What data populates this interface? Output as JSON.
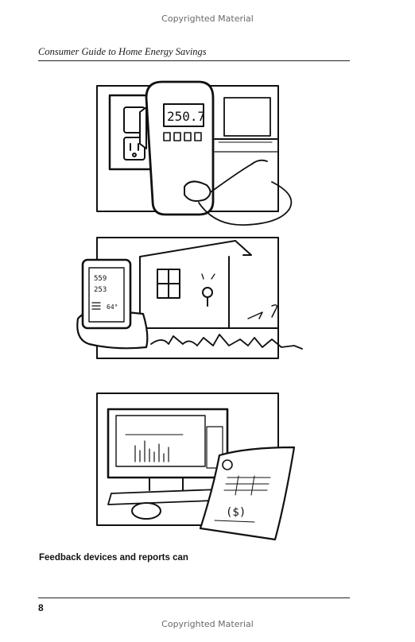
{
  "page": {
    "copyright_top": "Copyrighted Material",
    "copyright_bottom": "Copyrighted Material",
    "running_header": "Consumer Guide to Home Energy Savings",
    "caption": "Feedback devices and reports can",
    "page_number": "8"
  },
  "illustrations": [
    {
      "name": "plug-in-meter",
      "display_reading": "250.7",
      "icons": [
        "wall-outlet-icon",
        "power-meter-icon",
        "power-cord-icon"
      ]
    },
    {
      "name": "home-energy-monitor",
      "screen_lines": [
        "559",
        "253",
        "64°"
      ],
      "icons": [
        "energy-monitor-icon",
        "house-icon",
        "window-icon",
        "outdoor-thermostat-icon",
        "grass-icon"
      ]
    },
    {
      "name": "computer-and-bill",
      "icons": [
        "computer-monitor-icon",
        "keyboard-icon",
        "mouse-icon",
        "energy-bill-icon",
        "dollar-sign-icon"
      ]
    }
  ]
}
